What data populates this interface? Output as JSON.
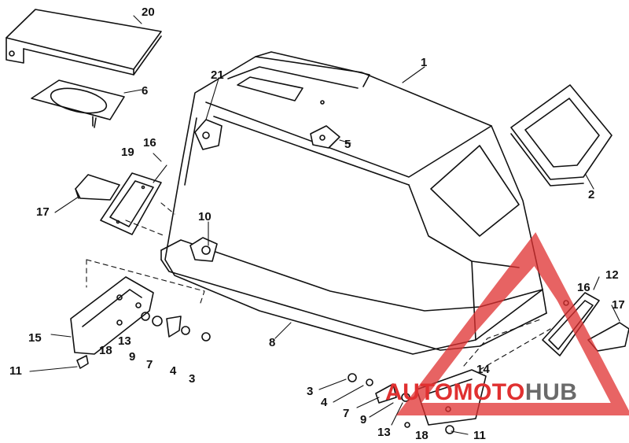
{
  "callouts": {
    "c1": "1",
    "c2": "2",
    "c3a": "3",
    "c3b": "3",
    "c4a": "4",
    "c4b": "4",
    "c5": "5",
    "c6": "6",
    "c7a": "7",
    "c7b": "7",
    "c8": "8",
    "c9a": "9",
    "c9b": "9",
    "c10": "10",
    "c11a": "11",
    "c11b": "11",
    "c12": "12",
    "c13a": "13",
    "c13b": "13",
    "c14": "14",
    "c15": "15",
    "c16a": "16",
    "c16b": "16",
    "c17a": "17",
    "c17b": "17",
    "c18a": "18",
    "c18b": "18",
    "c19": "19",
    "c20": "20",
    "c21": "21"
  },
  "watermark": {
    "part1": "AUTO",
    "part2": "MOTO",
    "part3": "HUB",
    "color_red": "#e03030",
    "color_gray": "#6a6a6a"
  }
}
